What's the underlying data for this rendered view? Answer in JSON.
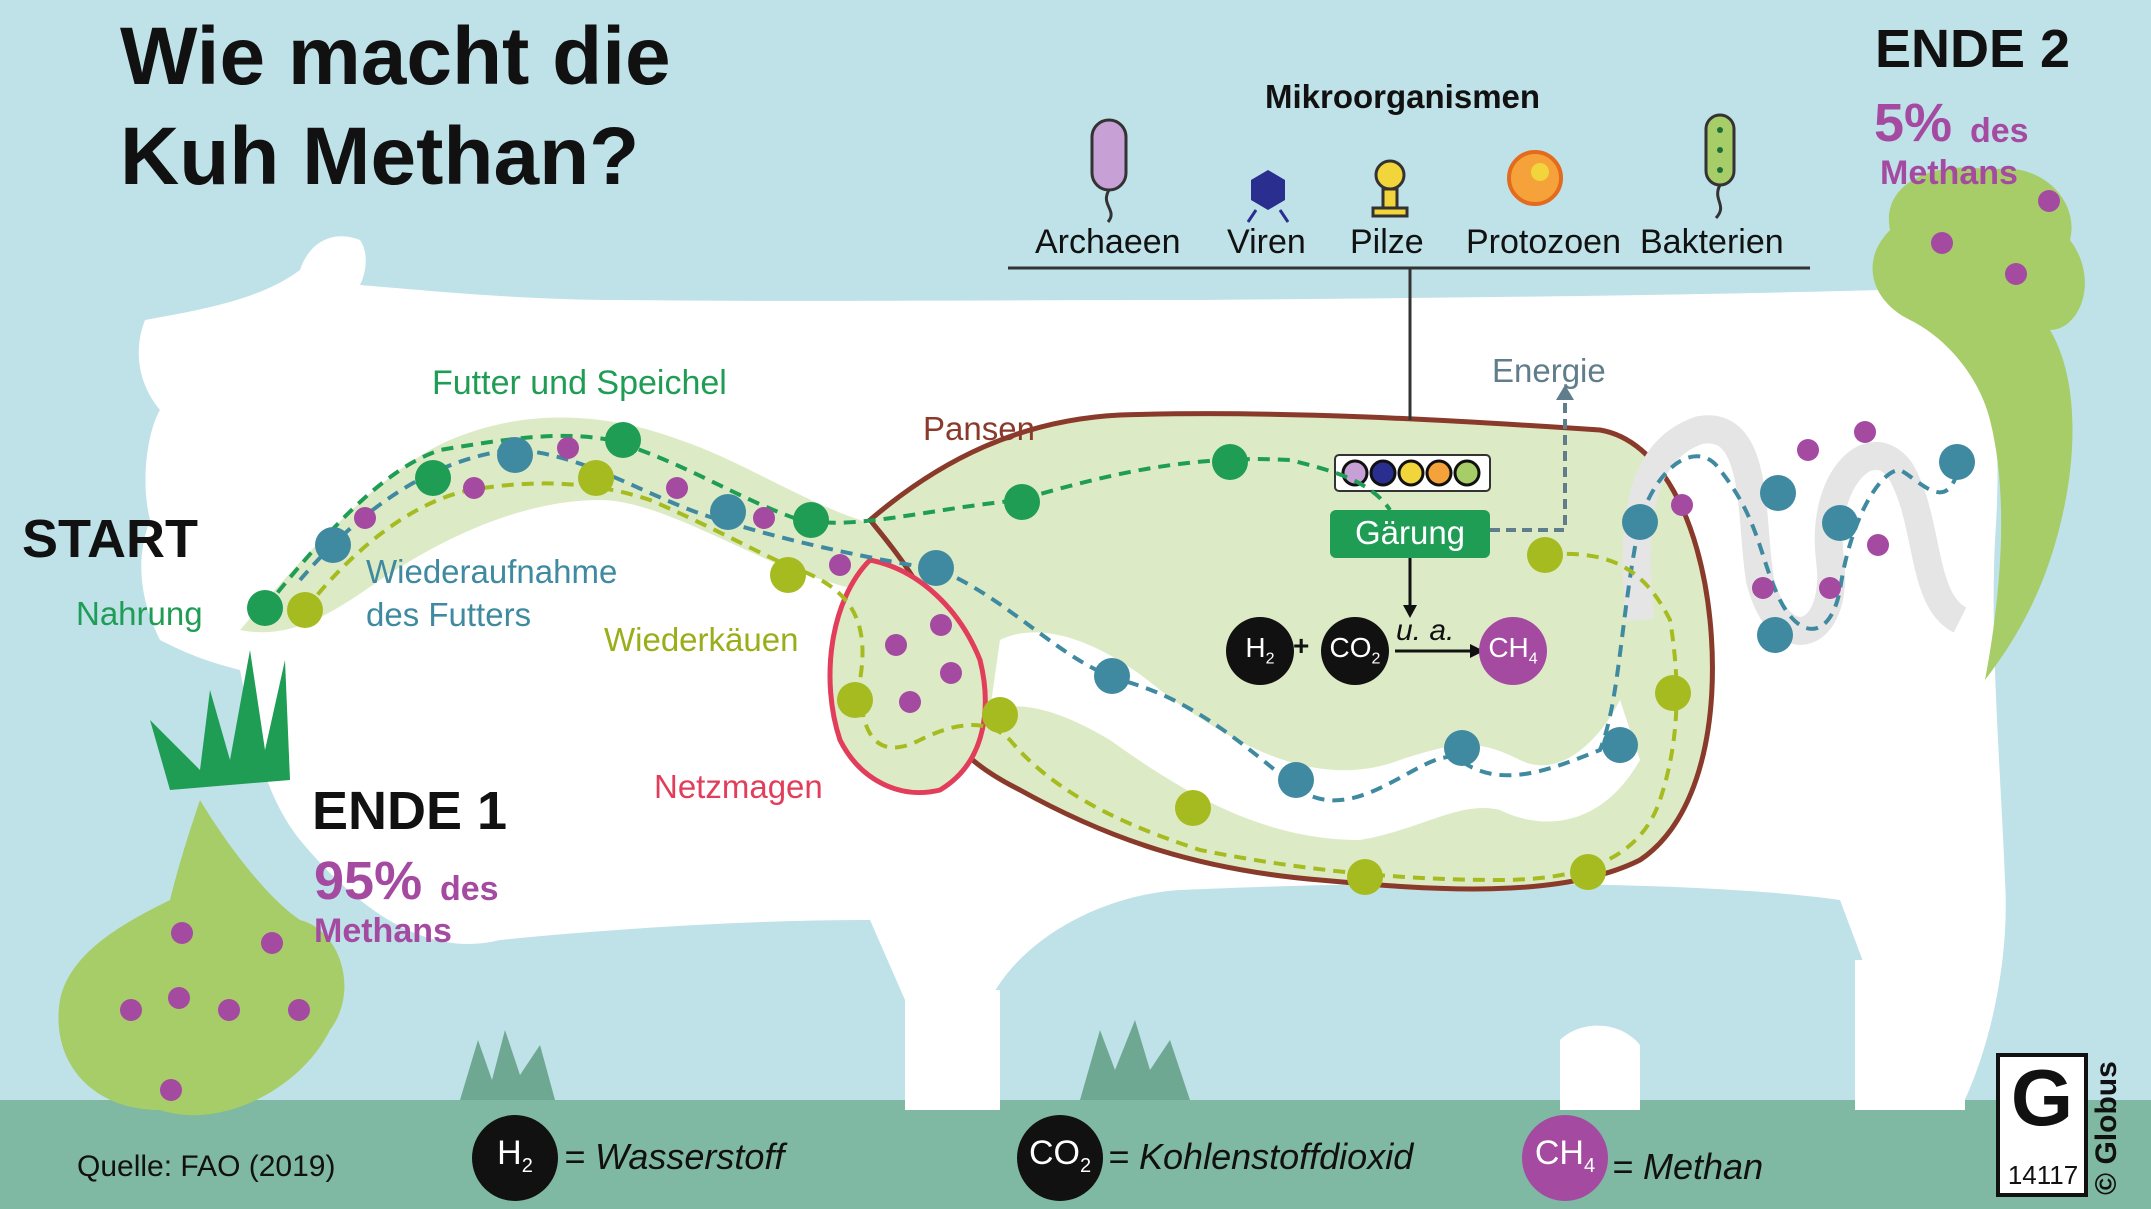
{
  "title_line1": "Wie macht die",
  "title_line2": "Kuh Methan?",
  "start": "START",
  "nahrung": "Nahrung",
  "futter_speichel": "Futter und Speichel",
  "wiederaufnahme_1": "Wiederaufnahme",
  "wiederaufnahme_2": "des Futters",
  "wiederkaeuen": "Wiederkäuen",
  "pansen": "Pansen",
  "netzmagen": "Netzmagen",
  "energie": "Energie",
  "gaerung": "Gärung",
  "ua": "u. a.",
  "micro": {
    "heading": "Mikroorganismen",
    "items": [
      "Archaeen",
      "Viren",
      "Pilze",
      "Protozoen",
      "Bakterien"
    ]
  },
  "ende1": {
    "label": "ENDE 1",
    "pct": "95%",
    "des": "des",
    "methans": "Methans"
  },
  "ende2": {
    "label": "ENDE 2",
    "pct": "5%",
    "des": "des",
    "methans": "Methans"
  },
  "chem": {
    "h2": "H",
    "h2_sub": "2",
    "co2": "CO",
    "co2_sub": "2",
    "ch4": "CH",
    "ch4_sub": "4",
    "plus": "+"
  },
  "legend": {
    "h2": "= Wasserstoff",
    "co2": "= Kohlenstoffdioxid",
    "ch4": "= Methan"
  },
  "source": "Quelle: FAO (2019)",
  "globus": "Globus",
  "globus_number": "14117",
  "copyright": "©",
  "colors": {
    "sky": "#bfe1e8",
    "ground": "#7fb8a3",
    "stomach": "#dcebc6",
    "cloud": "#a6cd68",
    "green_path": "#1f9d55",
    "teal_path": "#3f8aa0",
    "olive_path": "#a6bb1f",
    "methane": "#a54aa1",
    "brown": "#8a3a2a",
    "red": "#e23d5b"
  }
}
